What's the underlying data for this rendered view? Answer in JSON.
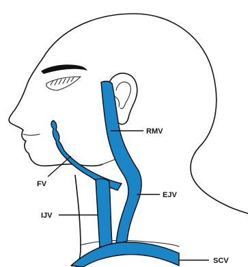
{
  "colors": {
    "vein": "#1a86c8",
    "outline": "#111111",
    "background": "#ffffff"
  },
  "labels": {
    "rmv": "RMV",
    "fv": "FV",
    "ejv": "EJV",
    "ijv": "IJV",
    "scv": "SCV"
  }
}
